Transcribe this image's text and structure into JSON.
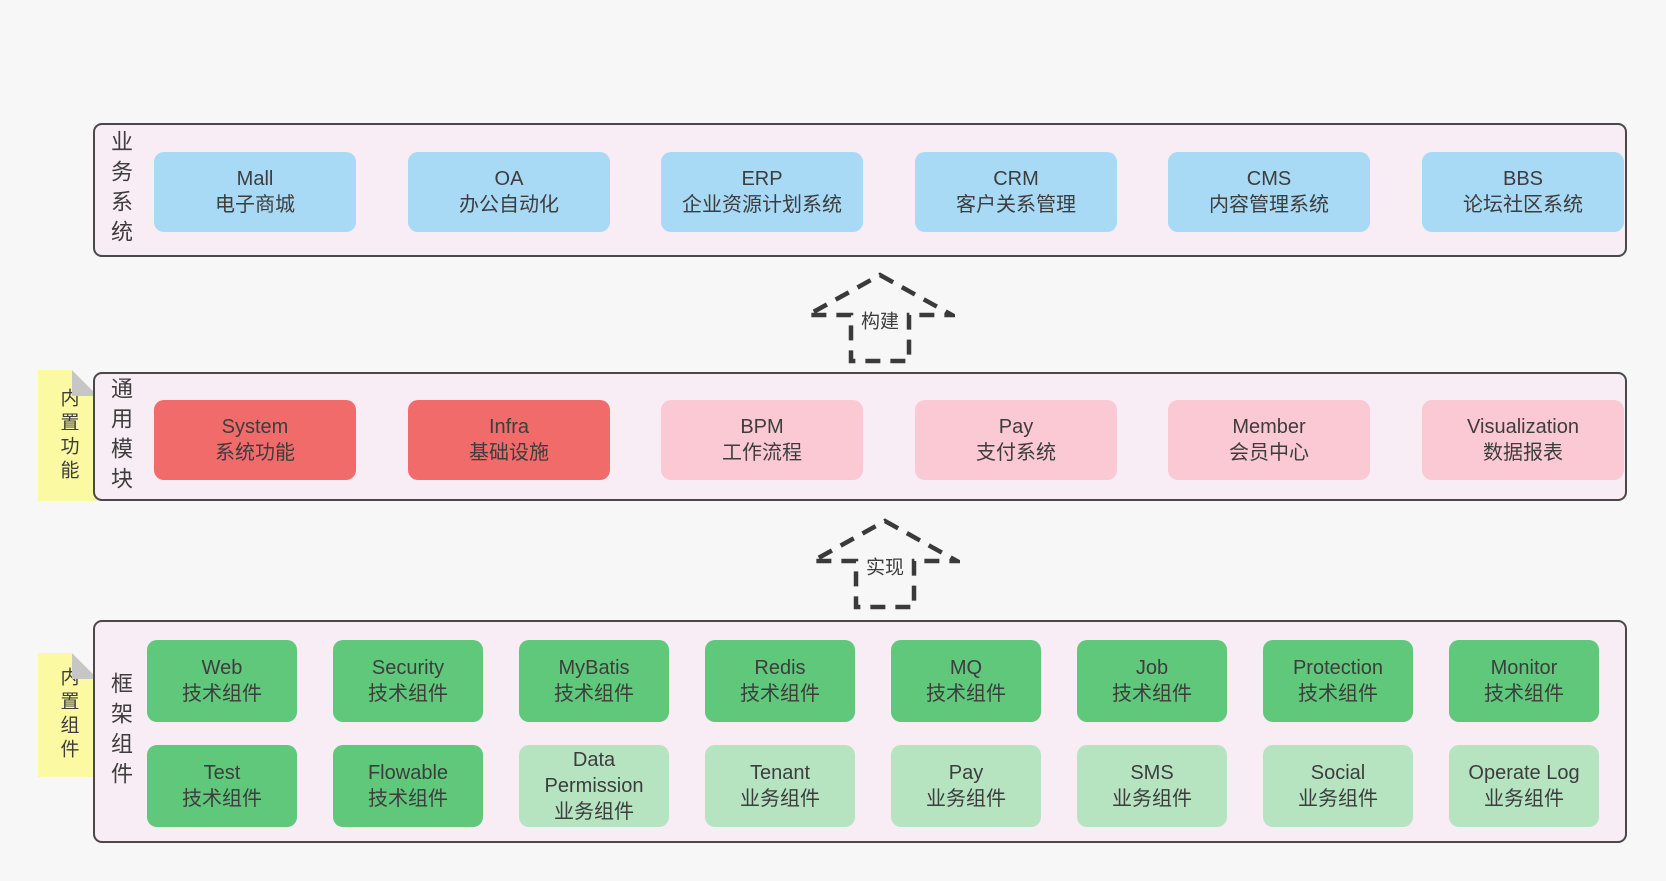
{
  "colors": {
    "page_bg": "#f7f7f7",
    "band_bg": "#f8ecf5",
    "band_border": "#49484b",
    "blue_box": "#a8d9f5",
    "red_box": "#f16b6b",
    "pink_box": "#fbc9d4",
    "green_box": "#5fc87a",
    "light_green_box": "#b6e4c1",
    "note_yellow": "#fbf9a1",
    "note_fold_gray": "#c6c6c6",
    "text": "#3d3d3d"
  },
  "arrows": {
    "build": "构建",
    "implement": "实现"
  },
  "layers": {
    "business": {
      "label": "业务系统",
      "boxes": [
        {
          "title": "Mall",
          "subtitle": "电子商城"
        },
        {
          "title": "OA",
          "subtitle": "办公自动化"
        },
        {
          "title": "ERP",
          "subtitle": "企业资源计划系统"
        },
        {
          "title": "CRM",
          "subtitle": "客户关系管理"
        },
        {
          "title": "CMS",
          "subtitle": "内容管理系统"
        },
        {
          "title": "BBS",
          "subtitle": "论坛社区系统"
        }
      ]
    },
    "modules": {
      "label": "通用模块",
      "note": "内置功能",
      "boxes": [
        {
          "title": "System",
          "subtitle": "系统功能"
        },
        {
          "title": "Infra",
          "subtitle": "基础设施"
        },
        {
          "title": "BPM",
          "subtitle": "工作流程"
        },
        {
          "title": "Pay",
          "subtitle": "支付系统"
        },
        {
          "title": "Member",
          "subtitle": "会员中心"
        },
        {
          "title": "Visualization",
          "subtitle": "数据报表"
        }
      ]
    },
    "framework": {
      "label": "框架组件",
      "note": "内置组件",
      "row1": [
        {
          "title": "Web",
          "subtitle": "技术组件"
        },
        {
          "title": "Security",
          "subtitle": "技术组件"
        },
        {
          "title": "MyBatis",
          "subtitle": "技术组件"
        },
        {
          "title": "Redis",
          "subtitle": "技术组件"
        },
        {
          "title": "MQ",
          "subtitle": "技术组件"
        },
        {
          "title": "Job",
          "subtitle": "技术组件"
        },
        {
          "title": "Protection",
          "subtitle": "技术组件"
        },
        {
          "title": "Monitor",
          "subtitle": "技术组件"
        }
      ],
      "row2": [
        {
          "title": "Test",
          "subtitle": "技术组件"
        },
        {
          "title": "Flowable",
          "subtitle": "技术组件"
        },
        {
          "title": "Data Permission",
          "subtitle": "业务组件"
        },
        {
          "title": "Tenant",
          "subtitle": "业务组件"
        },
        {
          "title": "Pay",
          "subtitle": "业务组件"
        },
        {
          "title": "SMS",
          "subtitle": "业务组件"
        },
        {
          "title": "Social",
          "subtitle": "业务组件"
        },
        {
          "title": "Operate Log",
          "subtitle": "业务组件"
        }
      ]
    }
  }
}
